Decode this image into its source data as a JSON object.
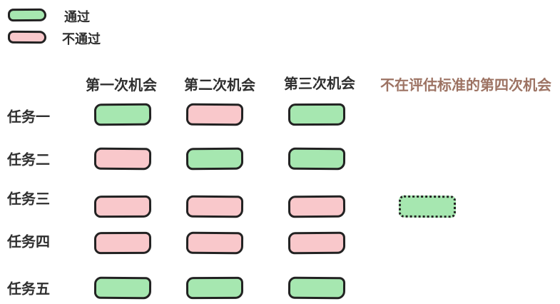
{
  "legend": {
    "items": [
      {
        "label": "通过",
        "status": "pass"
      },
      {
        "label": "不通过",
        "status": "fail"
      }
    ]
  },
  "columns": [
    {
      "label": "第一次机会"
    },
    {
      "label": "第二次机会"
    },
    {
      "label": "第三次机会"
    },
    {
      "label": "不在评估标准的第四次机会",
      "emphasis": "excluded-from-evaluation"
    }
  ],
  "rows": [
    {
      "label": "任务一",
      "attempts": [
        "pass",
        "fail",
        "pass",
        null
      ]
    },
    {
      "label": "任务二",
      "attempts": [
        "fail",
        "pass",
        "pass",
        null
      ]
    },
    {
      "label": "任务三",
      "attempts": [
        "fail",
        "fail",
        "fail",
        "pass_dashed"
      ]
    },
    {
      "label": "任务四",
      "attempts": [
        "fail",
        "fail",
        "fail",
        null
      ]
    },
    {
      "label": "任务五",
      "attempts": [
        "pass",
        "pass",
        "pass",
        null
      ]
    }
  ],
  "colors": {
    "pass": "#a6e7b0",
    "fail": "#f9c8cb",
    "ink": "#222222",
    "text": "#2f2f2f",
    "fourth_column_text": "#9d7363",
    "background": "#ffffff"
  }
}
